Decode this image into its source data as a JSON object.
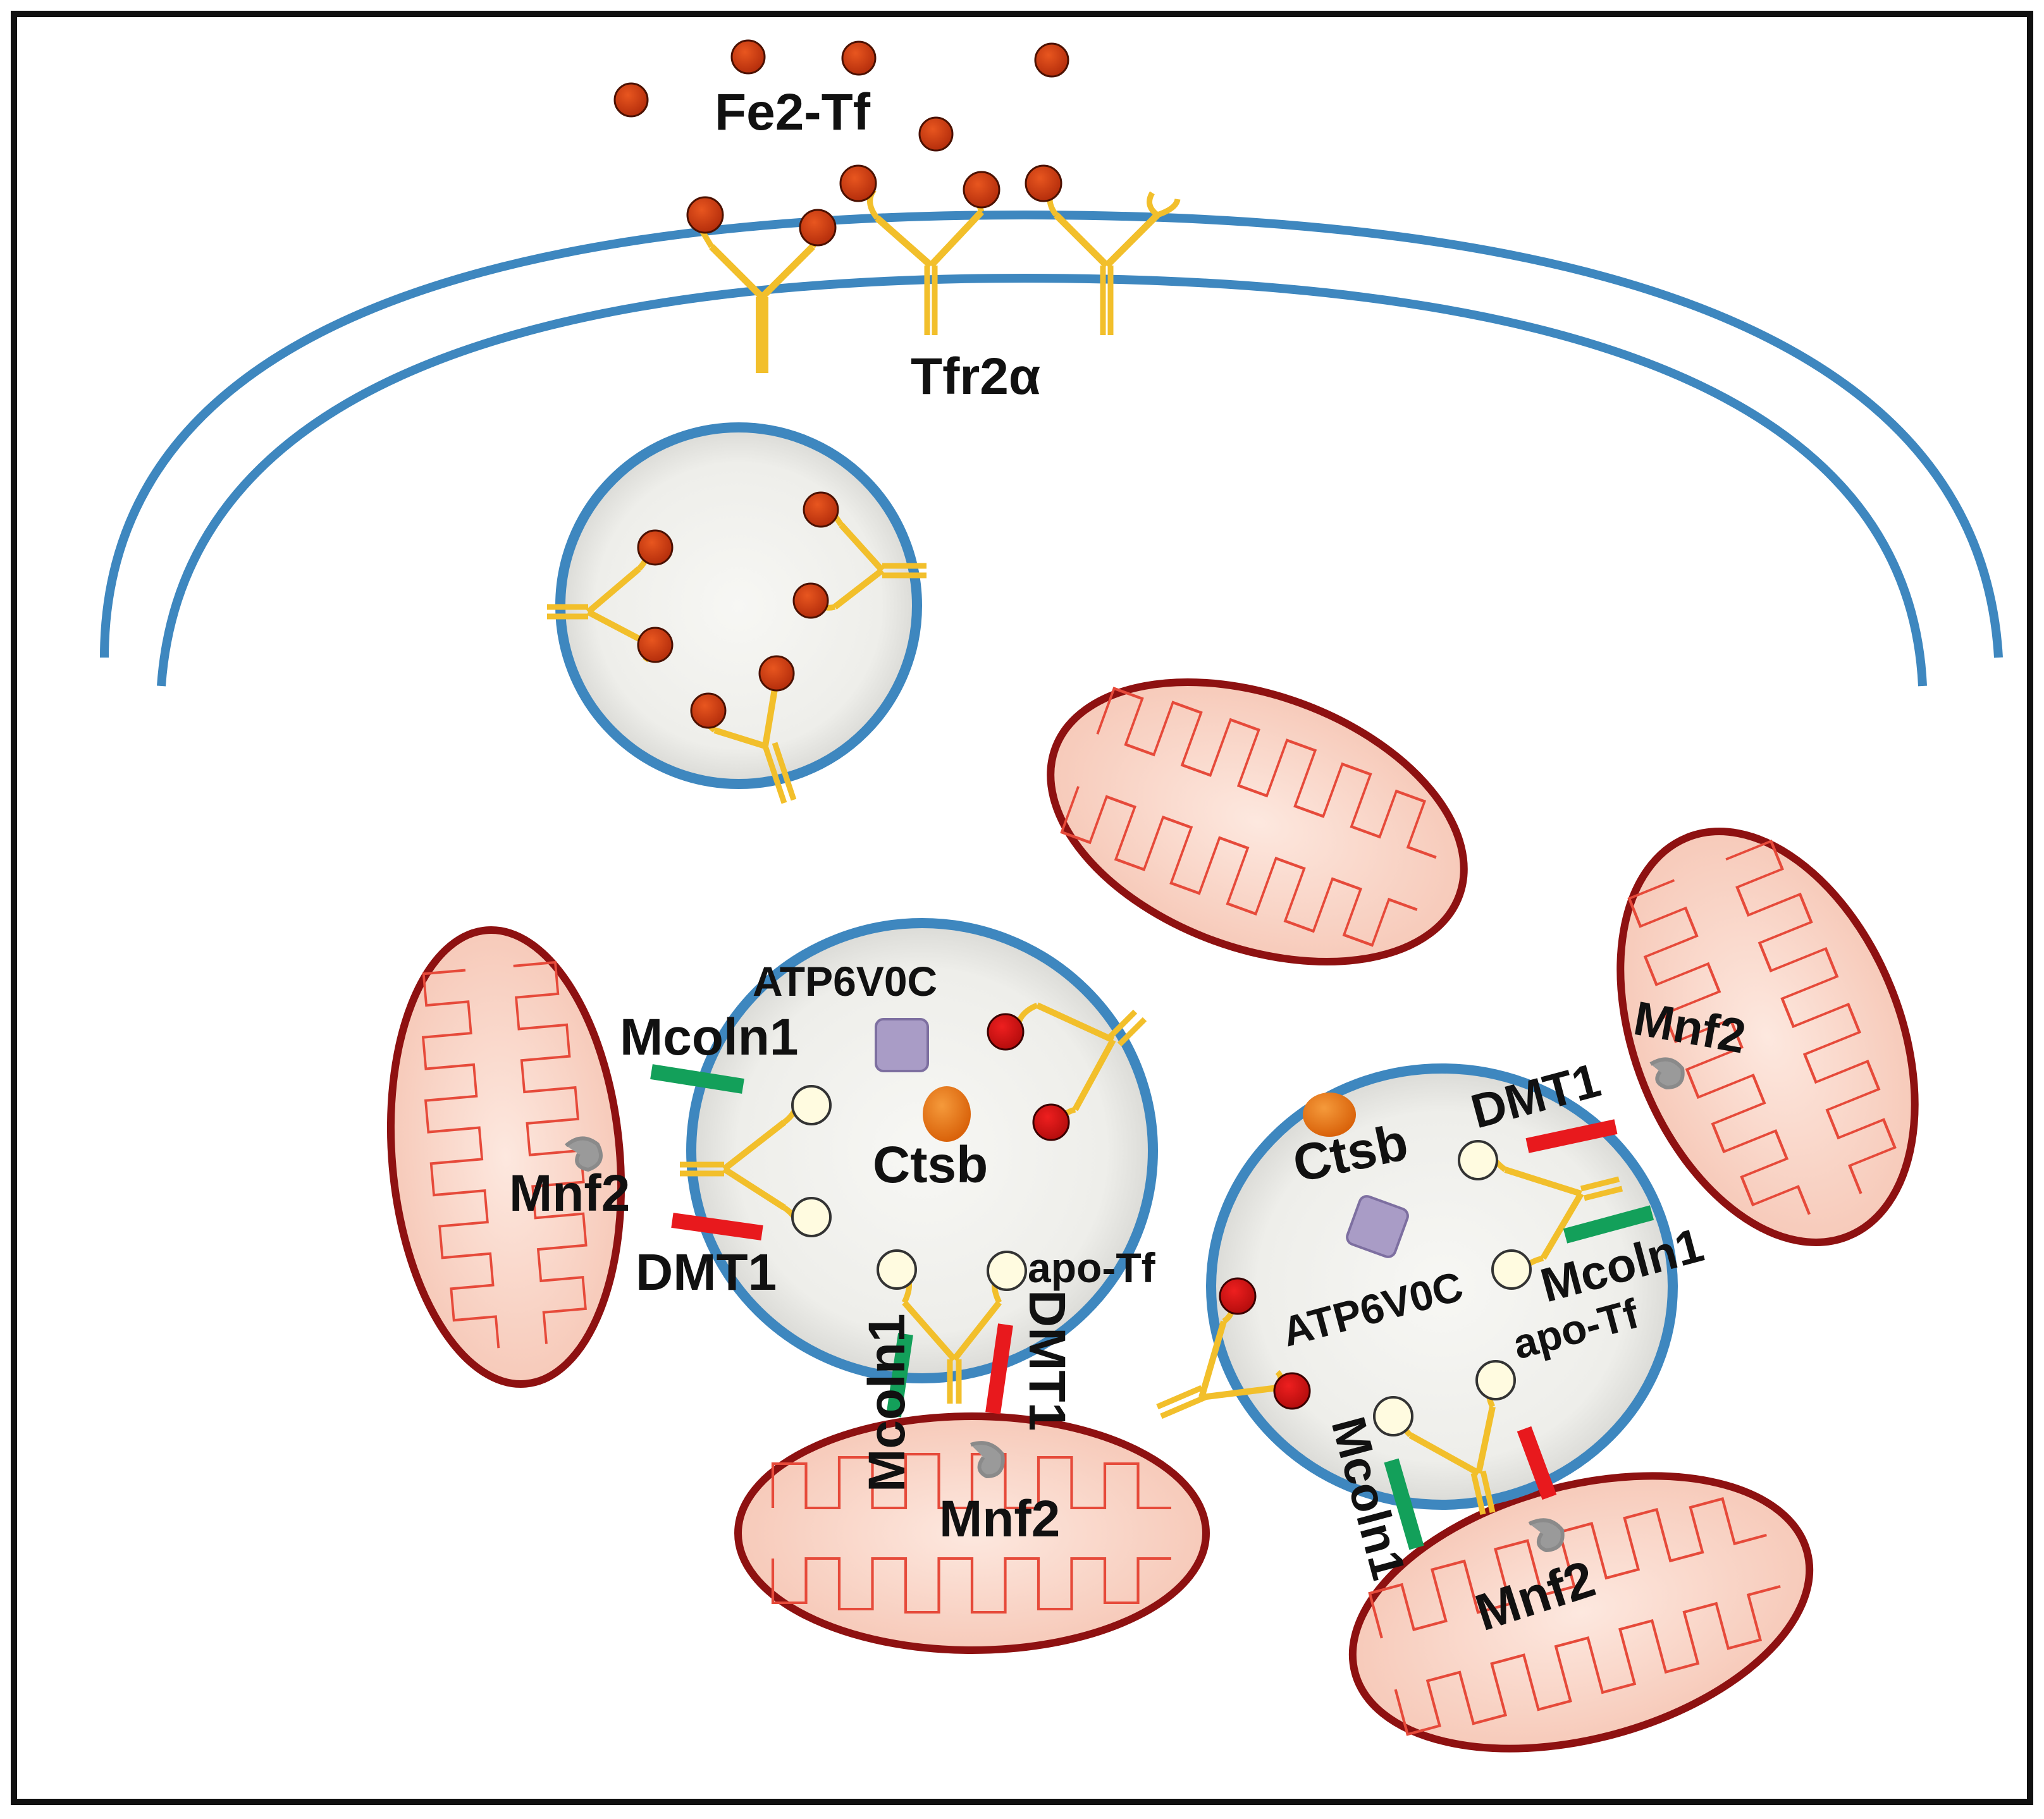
{
  "labels": {
    "fe2_tf": "Fe2-Tf",
    "tfr2a": "Tfr2α",
    "atp6v0c": "ATP6V0C",
    "ctsb": "Ctsb",
    "mcoln1": "Mcoln1",
    "dmt1": "DMT1",
    "mnf2": "Mnf2",
    "apo_tf": "apo-Tf"
  },
  "colors": {
    "membrane": "#3e87bf",
    "receptor": "#f2bf2b",
    "iron_transferrin": "#cf3a12",
    "apo_transferrin": "#fffbe0",
    "mitochondria_fill": "#fbd9cd",
    "mitochondria_outline": "#8e1111",
    "mitochondria_cristae": "#e64a3a",
    "mcoln1_channel": "#13a05a",
    "dmt1_channel": "#e8191d",
    "atp6v0c": "#a99cc6",
    "ctsb": "#e9700f",
    "mnf2": "#9a9a9a",
    "vesicle_fill": "#eeeeea"
  }
}
